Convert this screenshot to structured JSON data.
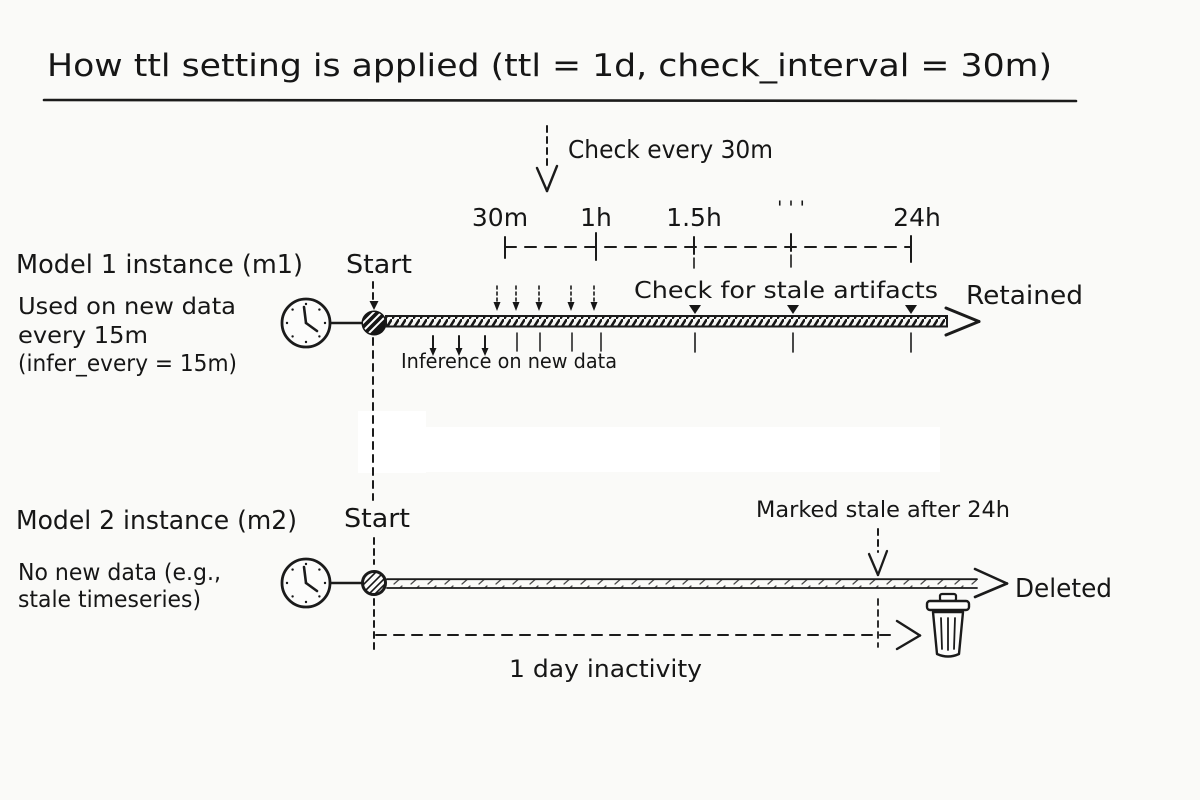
{
  "title": "How ttl setting is applied (ttl = 1d, check_interval = 30m)",
  "colors": {
    "background": "#fafaf8",
    "ink": "#1b1b1b"
  },
  "check_callout": {
    "label": "Check every 30m"
  },
  "ruler": {
    "tick_labels": [
      "30m",
      "1h",
      "1.5h",
      "' ' '",
      "24h"
    ]
  },
  "model1": {
    "heading": "Model 1 instance (m1)",
    "description_lines": [
      "Used on new data",
      "every 15m",
      "(infer_every = 15m)"
    ],
    "start_label": "Start",
    "inference_label": "Inference on new data",
    "check_label": "Check for stale artifacts",
    "outcome_label": "Retained"
  },
  "model2": {
    "heading": "Model 2 instance (m2)",
    "description_lines": [
      "No new data (e.g.,",
      "stale timeseries)"
    ],
    "start_label": "Start",
    "stale_label": "Marked stale after 24h",
    "outcome_label": "Deleted",
    "inactivity_label": "1 day inactivity"
  },
  "icons": {
    "clock": "clock-icon",
    "trash": "trash-icon",
    "down_arrow": "down-arrow-icon"
  }
}
